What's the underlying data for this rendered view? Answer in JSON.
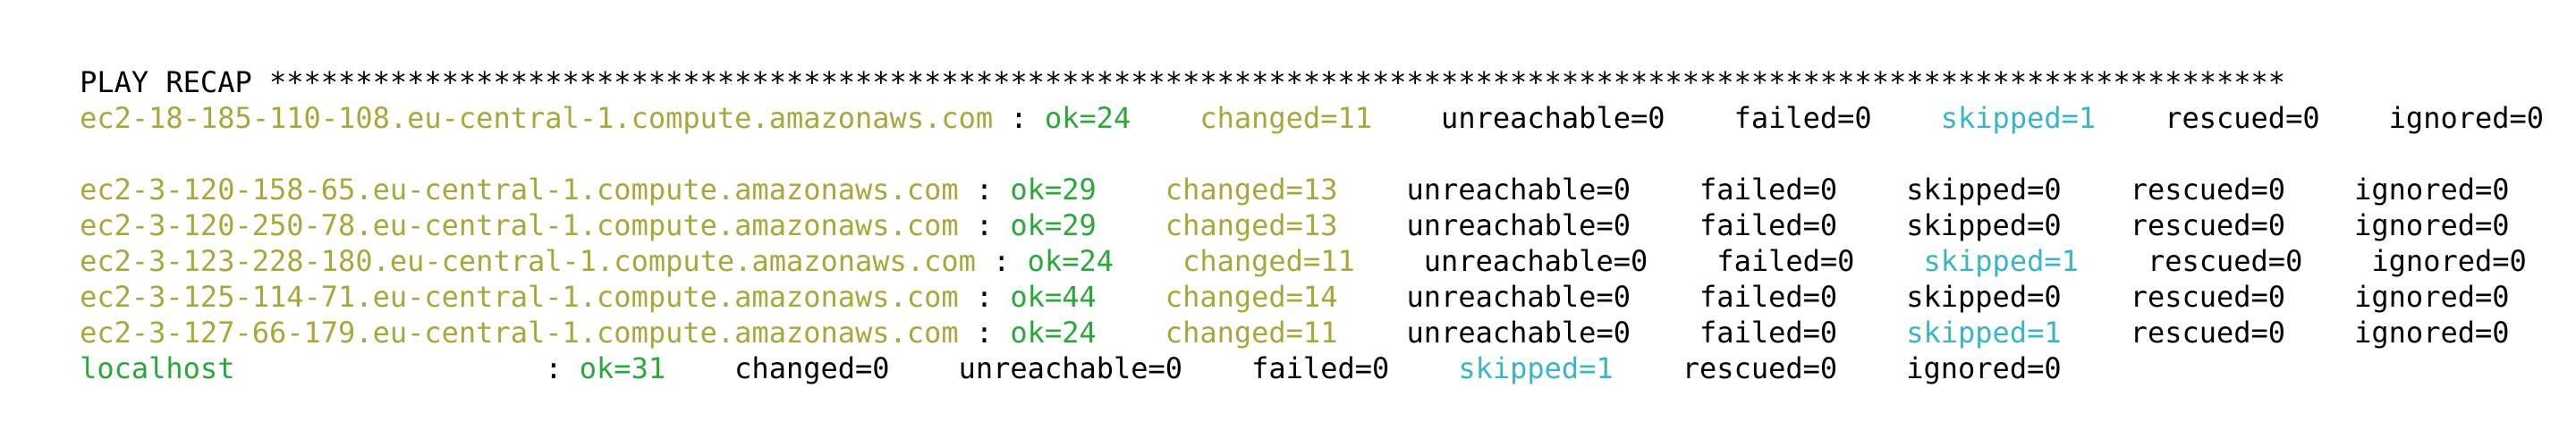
{
  "header": {
    "title": "PLAY RECAP",
    "stars": "*********************************************************************************************************************"
  },
  "rows": [
    {
      "host": "ec2-18-185-110-108.eu-central-1.compute.amazonaws.com",
      "sep": ":",
      "ok": "ok=24",
      "changed": "changed=11",
      "unreachable": "unreachable=0",
      "failed": "failed=0",
      "skipped": "skipped=1",
      "rescued": "rescued=0",
      "ignored": "ignored=0"
    },
    {
      "host": "ec2-3-120-158-65.eu-central-1.compute.amazonaws.com",
      "sep": ":",
      "ok": "ok=29",
      "changed": "changed=13",
      "unreachable": "unreachable=0",
      "failed": "failed=0",
      "skipped": "skipped=0",
      "rescued": "rescued=0",
      "ignored": "ignored=0"
    },
    {
      "host": "ec2-3-120-250-78.eu-central-1.compute.amazonaws.com",
      "sep": ":",
      "ok": "ok=29",
      "changed": "changed=13",
      "unreachable": "unreachable=0",
      "failed": "failed=0",
      "skipped": "skipped=0",
      "rescued": "rescued=0",
      "ignored": "ignored=0"
    },
    {
      "host": "ec2-3-123-228-180.eu-central-1.compute.amazonaws.com",
      "sep": ":",
      "ok": "ok=24",
      "changed": "changed=11",
      "unreachable": "unreachable=0",
      "failed": "failed=0",
      "skipped": "skipped=1",
      "rescued": "rescued=0",
      "ignored": "ignored=0"
    },
    {
      "host": "ec2-3-125-114-71.eu-central-1.compute.amazonaws.com",
      "sep": ":",
      "ok": "ok=44",
      "changed": "changed=14",
      "unreachable": "unreachable=0",
      "failed": "failed=0",
      "skipped": "skipped=0",
      "rescued": "rescued=0",
      "ignored": "ignored=0"
    },
    {
      "host": "ec2-3-127-66-179.eu-central-1.compute.amazonaws.com",
      "sep": ":",
      "ok": "ok=24",
      "changed": "changed=11",
      "unreachable": "unreachable=0",
      "failed": "failed=0",
      "skipped": "skipped=1",
      "rescued": "rescued=0",
      "ignored": "ignored=0"
    },
    {
      "host": "localhost",
      "sep": ":",
      "ok": "ok=31",
      "changed": "changed=0",
      "unreachable": "unreachable=0",
      "failed": "failed=0",
      "skipped": "skipped=1",
      "rescued": "rescued=0",
      "ignored": "ignored=0"
    }
  ],
  "colors": {
    "background": "#ffffff",
    "text": "#000000",
    "host": "#a8a83a",
    "ok": "#2aa83a",
    "changed": "#a8a83a",
    "skipped_nonzero": "#3ab5c8"
  }
}
